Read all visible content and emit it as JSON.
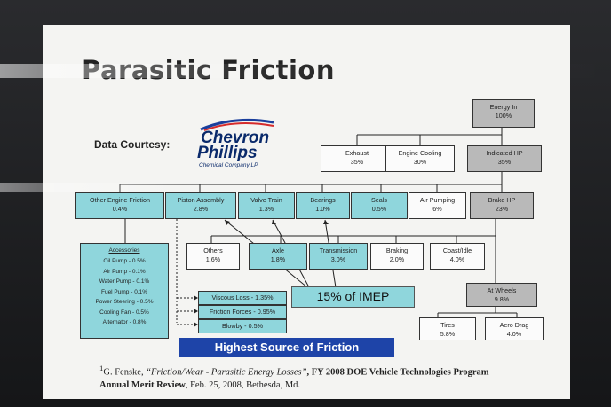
{
  "slide": {
    "title": "Parasitic Friction",
    "courtesy_label": "Data Courtesy:",
    "logo": {
      "line1": "Chevron",
      "line2": "Phillips",
      "line3": "Chemical Company LP"
    },
    "boxes": {
      "energy_in": {
        "label": "Energy In",
        "value": "100%"
      },
      "exhaust": {
        "label": "Exhaust",
        "value": "35%"
      },
      "engine_cooling": {
        "label": "Engine Cooling",
        "value": "30%"
      },
      "indicated_hp": {
        "label": "Indicated HP",
        "value": "35%"
      },
      "other_engine_friction": {
        "label": "Other Engine Friction",
        "value": "0.4%"
      },
      "piston_assembly": {
        "label": "Piston Assembly",
        "value": "2.8%"
      },
      "valve_train": {
        "label": "Valve Train",
        "value": "1.3%"
      },
      "bearings": {
        "label": "Bearings",
        "value": "1.0%"
      },
      "seals": {
        "label": "Seals",
        "value": "0.5%"
      },
      "air_pumping": {
        "label": "Air Pumping",
        "value": "6%"
      },
      "brake_hp": {
        "label": "Brake HP",
        "value": "23%"
      },
      "others": {
        "label": "Others",
        "value": "1.6%"
      },
      "axle": {
        "label": "Axle",
        "value": "1.8%"
      },
      "transmission": {
        "label": "Transmission",
        "value": "3.0%"
      },
      "braking": {
        "label": "Braking",
        "value": "2.0%"
      },
      "coast_idle": {
        "label": "Coast/Idle",
        "value": "4.0%"
      },
      "at_wheels": {
        "label": "At Wheels",
        "value": "9.8%"
      },
      "tires": {
        "label": "Tires",
        "value": "5.8%"
      },
      "aero_drag": {
        "label": "Aero Drag",
        "value": "4.0%"
      }
    },
    "accessories": {
      "header": "Accessories",
      "items": [
        "Oil Pump - 0.5%",
        "Air Pump - 0.1%",
        "Water Pump - 0.1%",
        "Fuel Pump - 0.1%",
        "Power Steering - 0.5%",
        "Cooling Fan - 0.5%",
        "Alternator - 0.8%"
      ]
    },
    "piston_breakdown": {
      "viscous": "Viscous Loss - 1.35%",
      "friction": "Friction Forces - 0.95%",
      "blowby": "Blowby - 0.5%"
    },
    "imep_label": "15% of IMEP",
    "highest_label": "Highest Source of Friction",
    "citation": {
      "sup": "1",
      "author": "G. Fenske, ",
      "title": "“Friction/Wear - Parasitic Energy Losses”",
      "bold": ", FY 2008 DOE Vehicle Technologies Program Annual Merit Review",
      "rest": ", Feb. 25, 2008, Bethesda, Md."
    },
    "colors": {
      "cyan": "#8fd6dc",
      "gray": "#b9b9b9",
      "banner": "#1e44a8"
    }
  }
}
